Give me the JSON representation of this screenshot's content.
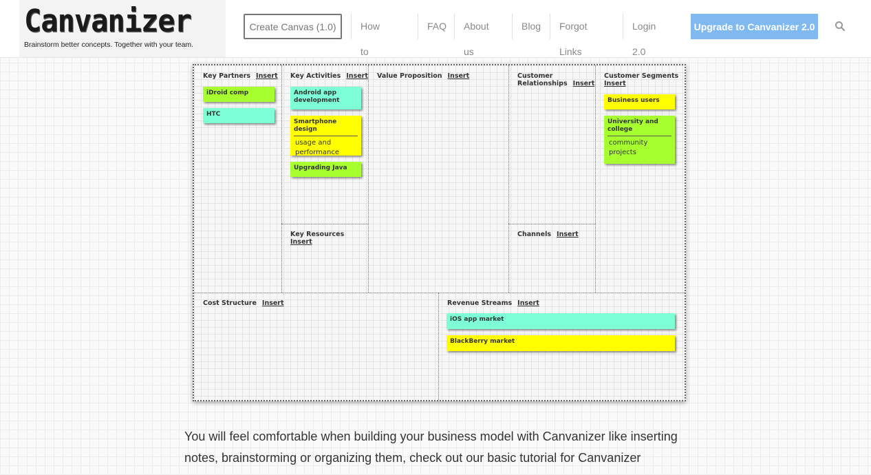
{
  "header": {
    "logo_text": "Canvanizer",
    "tagline": "Brainstorm better concepts. Together with your team.",
    "nav": {
      "create": "Create Canvas (1.0)",
      "items": [
        "How to use",
        "FAQ",
        "About us",
        "Blog",
        "Forgot Links",
        "Login 2.0"
      ],
      "upgrade": "Upgrade to Canvanizer 2.0"
    },
    "search_icon": "search-icon",
    "upgrade_color": "#7fb9f0"
  },
  "canvas": {
    "insert_label": "Insert",
    "sections": {
      "key_partners": "Key Partners",
      "key_activities": "Key Activities",
      "value_proposition": "Value Proposition",
      "customer_relationships": "Customer Relationships",
      "customer_segments": "Customer Segments",
      "key_resources": "Key Resources",
      "channels": "Channels",
      "cost_structure": "Cost Structure",
      "revenue_streams": "Revenue Streams"
    },
    "notes": {
      "key_partners": [
        {
          "title": "iDroid comp",
          "color": "#a8ff30"
        },
        {
          "title": "HTC",
          "color": "#7effd6"
        }
      ],
      "key_activities": [
        {
          "title": "Android app development",
          "color": "#7effd6"
        },
        {
          "title": "Smartphone design",
          "body": "usage and performance",
          "color": "#ffff00"
        },
        {
          "title": "Upgrading Java",
          "color": "#a8ff30"
        }
      ],
      "customer_segments": [
        {
          "title": "Business users",
          "color": "#ffff00"
        },
        {
          "title": "University and college",
          "body": "community projects",
          "color": "#a8ff30"
        }
      ],
      "revenue_streams": [
        {
          "title": "iOS app market",
          "color": "#7effd6"
        },
        {
          "title": "BlackBerry market",
          "color": "#ffff00"
        }
      ]
    }
  },
  "paragraph": "You will feel comfortable when building your business model with Canvanizer like inserting notes, brainstorming or organizing them, check out our basic tutorial for Canvanizer"
}
